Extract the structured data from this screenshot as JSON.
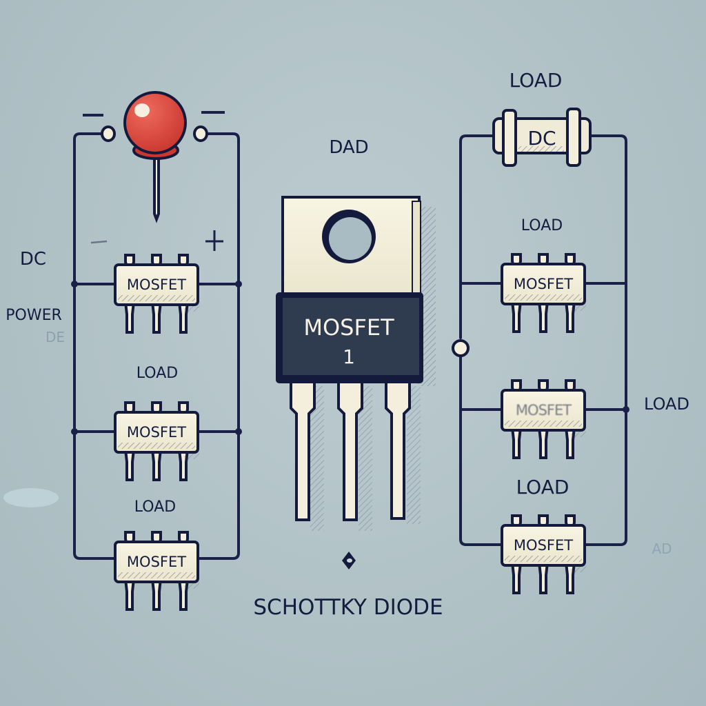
{
  "diagram": {
    "title_caption": "SCHOTTKY DIODE",
    "colors": {
      "background": "#b3c4c9",
      "ink": "#141c3f",
      "component_body": "#f3efdc",
      "transistor_tab_dark": "#2d3a4c",
      "led_red": "#d9463e"
    },
    "left_circuit": {
      "side_labels": [
        "DC",
        "POWER",
        "DE"
      ],
      "polarity_marks": [
        "—",
        "—",
        "-",
        "+"
      ],
      "indicator": "red-led-button",
      "chips": [
        {
          "label": "MOSFET",
          "load_label": ""
        },
        {
          "label": "MOSFET",
          "load_label": "LOAD"
        },
        {
          "label": "MOSFET",
          "load_label": "LOAD"
        }
      ]
    },
    "center": {
      "top_label": "DAD",
      "transistor_label": "MOSFET",
      "transistor_number": "1",
      "pin_count": 3
    },
    "right_circuit": {
      "top_label": "LOAD",
      "load_component_label": "DC",
      "side_labels": [
        "LOAD",
        "AD"
      ],
      "chips": [
        {
          "label": "MOSFET",
          "load_label": "LOAD"
        },
        {
          "label": "MOSFET",
          "load_label": ""
        },
        {
          "label": "MOSFET",
          "load_label": "LOAD"
        }
      ]
    }
  }
}
